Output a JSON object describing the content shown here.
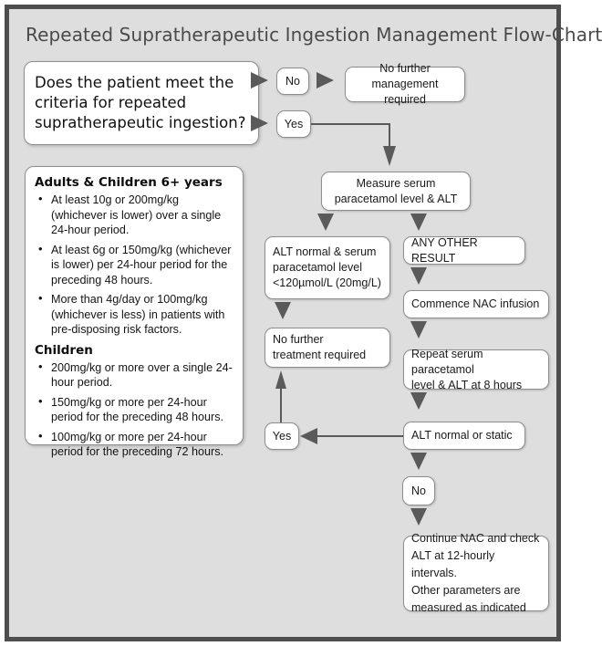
{
  "header": {
    "title": "Repeated Supratherapeutic Ingestion Management Flow-Chart"
  },
  "question": {
    "text": "Does the patient meet the criteria for repeated supratherapeutic ingestion?"
  },
  "decisions": {
    "no_top": "No",
    "yes_top": "Yes",
    "yes_loop": "Yes",
    "no_bottom": "No"
  },
  "criteria": {
    "adults_heading": "Adults & Children 6+ years",
    "adults_items": [
      "At least 10g or 200mg/kg (whichever is lower) over a single 24-hour period.",
      "At least 6g or 150mg/kg (whichever is lower) per 24-hour period for the preceding 48 hours.",
      "More than 4g/day or 100mg/kg (whichever is less) in patients with pre-disposing risk factors."
    ],
    "children_heading": "Children",
    "children_items": [
      "200mg/kg or more over a single 24-hour period.",
      "150mg/kg or more per 24-hour period for the preceding 48 hours.",
      "100mg/kg or more per 24-hour period for the preceding 72 hours."
    ]
  },
  "nodes": {
    "no_further_management": "No further\nmanagement required",
    "measure_serum": "Measure serum\nparacetamol level & ALT",
    "alt_normal_serum": "ALT normal & serum\nparacetamol level\n<120µmol/L (20mg/L)",
    "any_other_result": "ANY OTHER RESULT",
    "no_further_treatment": "No further\ntreatment required",
    "commence_nac": "Commence NAC infusion",
    "repeat_serum": "Repeat serum paracetamol\nlevel & ALT at 8 hours",
    "alt_normal_static": "ALT normal or static",
    "continue_nac": "Continue NAC and check\nALT at 12-hourly intervals.\nOther parameters are\nmeasured as indicated"
  },
  "colors": {
    "frame_border": "#4e4e4e",
    "canvas_bg": "#dedede",
    "node_bg": "#ffffff",
    "node_border": "#8e8e8e",
    "arrow": "#5a5a5a",
    "title_text": "#4a4a4a",
    "body_text": "#1a1a1a"
  }
}
